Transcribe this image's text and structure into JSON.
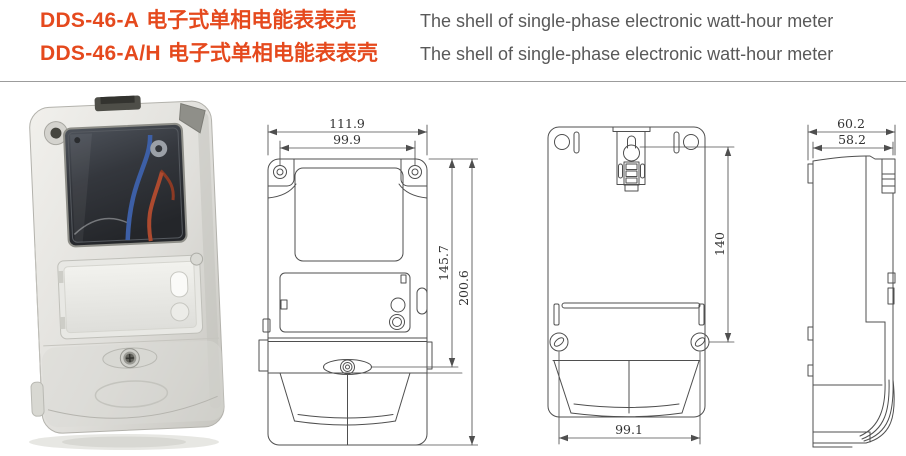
{
  "theme": {
    "accent": "#e5491d",
    "en-text": "#595959",
    "line": "#4f4f4f",
    "dim-text": "#333333",
    "divider": "#9c9c9c",
    "page-bg": "#ffffff"
  },
  "header": {
    "rows": [
      {
        "model": "DDS-46-A",
        "title_cn": "电子式单相电能表表壳",
        "title_en": "The shell of single-phase electronic watt-hour meter"
      },
      {
        "model": "DDS-46-A/H",
        "title_cn": "电子式单相电能表表壳",
        "title_en": "The shell of single-phase electronic watt-hour meter"
      }
    ]
  },
  "figures": {
    "front_view": {
      "dim_outer_width": "111.9",
      "dim_hole_span": "99.9",
      "dim_upper_height": "145.7",
      "dim_total_height": "200.6"
    },
    "back_view": {
      "dim_hanger_height": "140",
      "dim_screw_span": "99.1"
    },
    "side_view": {
      "dim_outer_depth": "60.2",
      "dim_body_depth": "58.2"
    }
  }
}
